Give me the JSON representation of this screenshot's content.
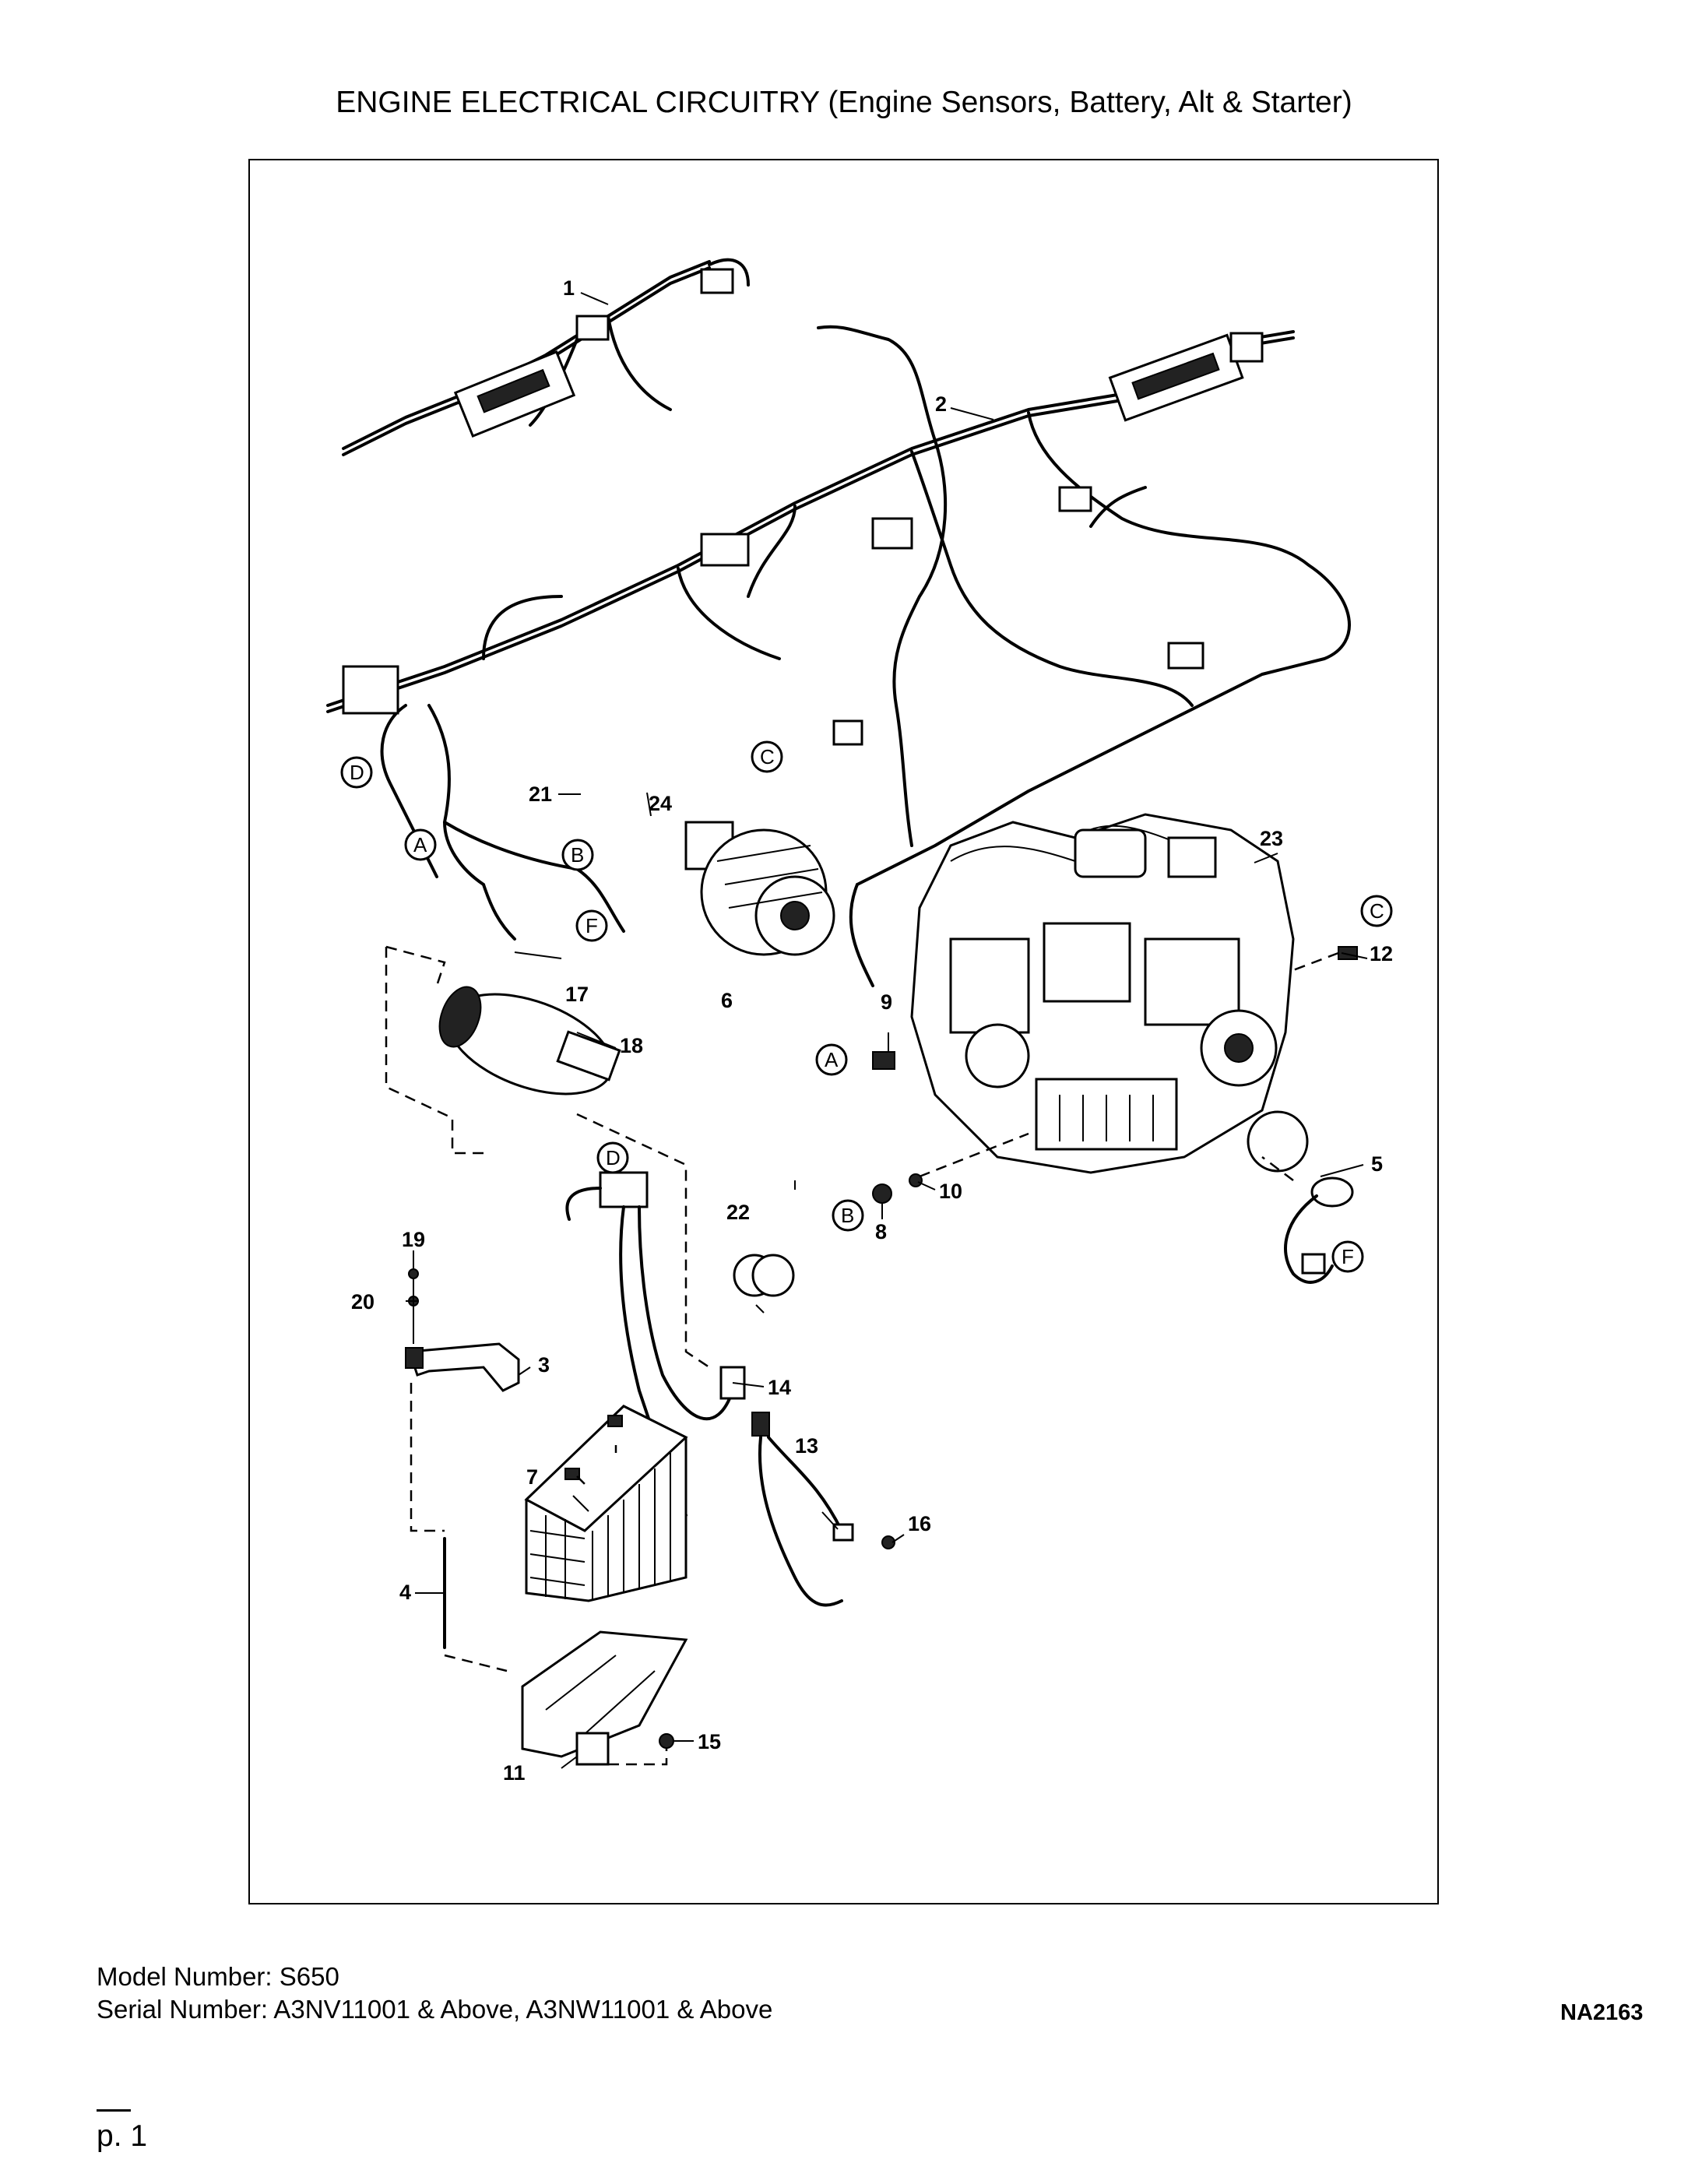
{
  "page": {
    "title": "ENGINE ELECTRICAL CIRCUITRY (Engine Sensors, Battery, Alt & Starter)",
    "figure_id": "NA2163",
    "model_label": "Model Number: S650",
    "serial_label": "Serial Number: A3NV11001 & Above, A3NW11001 & Above",
    "page_number": "p. 1"
  },
  "diagram": {
    "callouts": [
      "1",
      "2",
      "3",
      "4",
      "5",
      "6",
      "7",
      "8",
      "9",
      "10",
      "11",
      "12",
      "13",
      "14",
      "15",
      "16",
      "17",
      "18",
      "19",
      "20",
      "21",
      "22",
      "23",
      "24"
    ],
    "connector_letters": [
      "A",
      "B",
      "C",
      "D",
      "F"
    ]
  }
}
